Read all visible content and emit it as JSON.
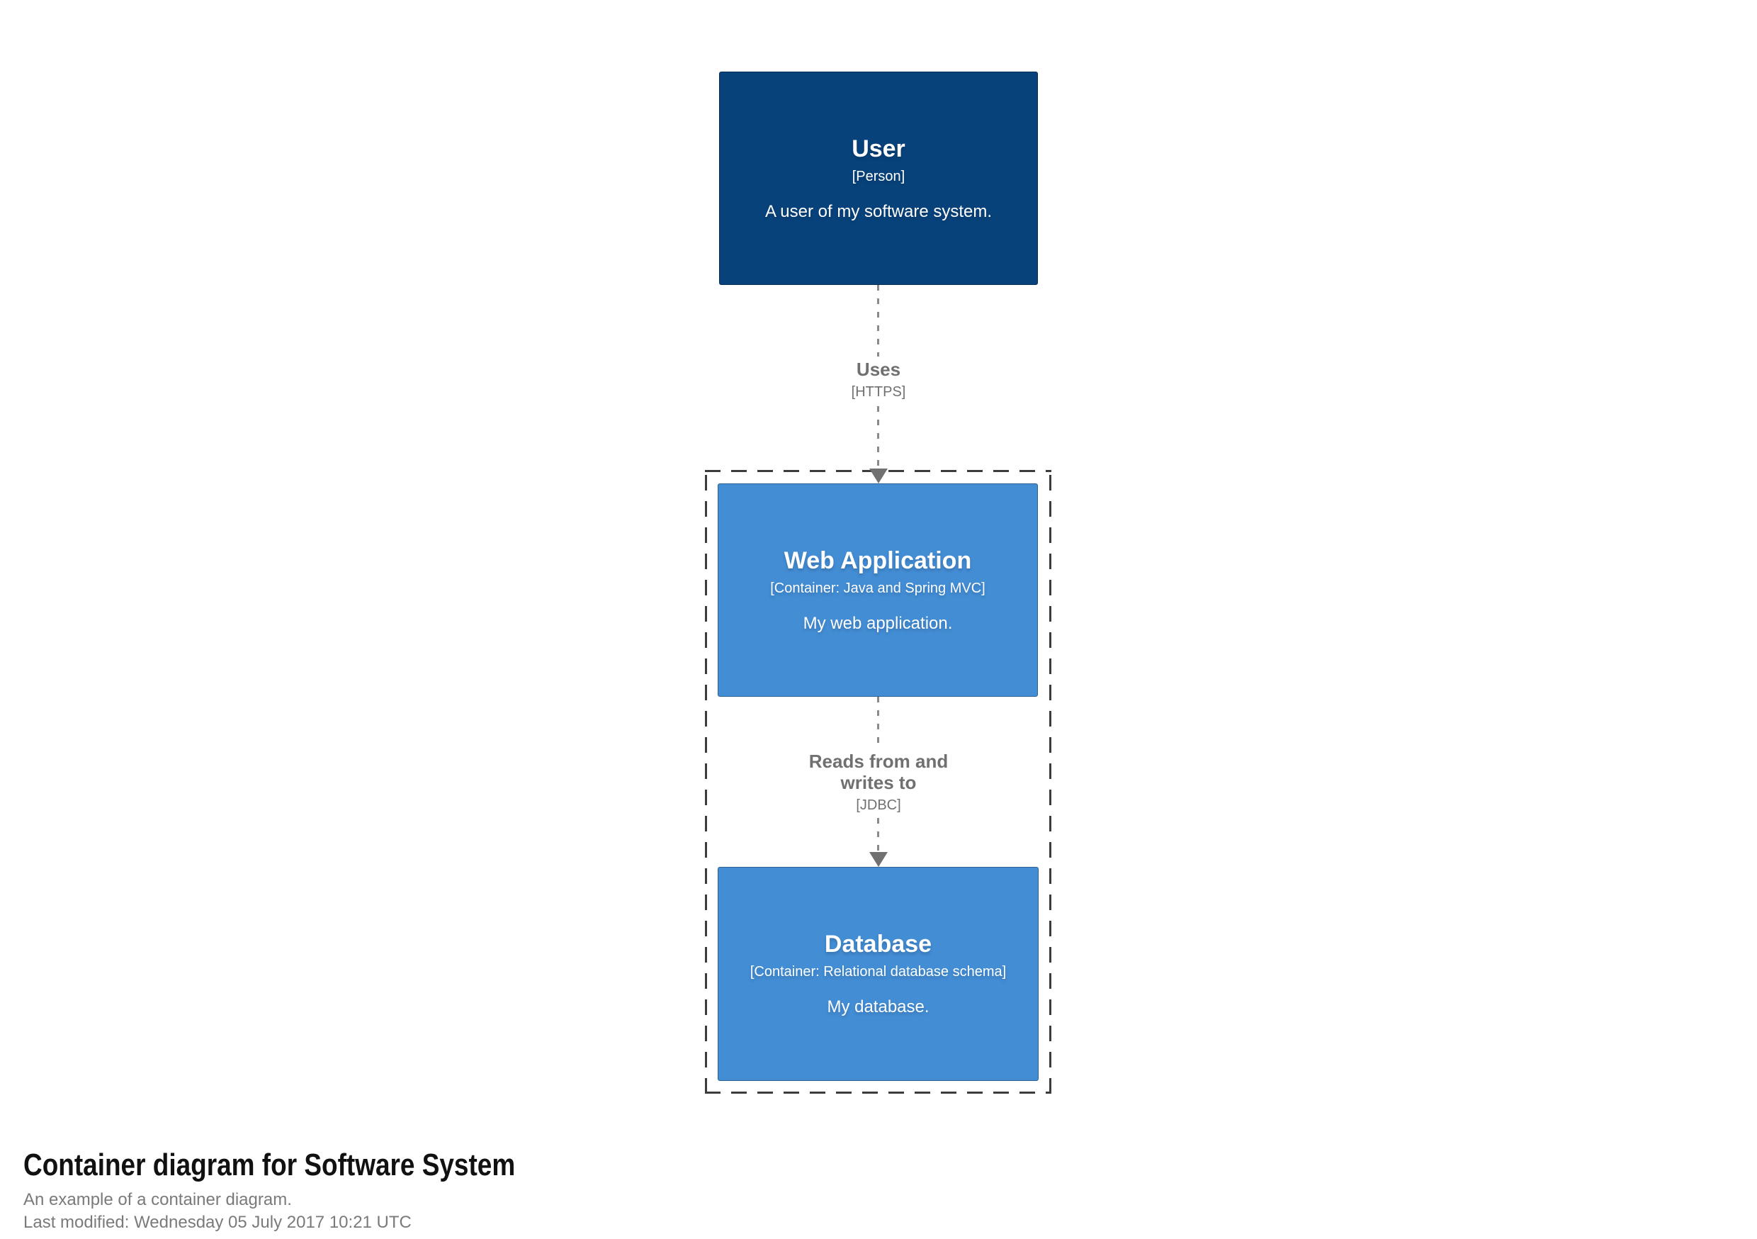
{
  "diagram": {
    "nodes": {
      "user": {
        "name": "User",
        "type": "[Person]",
        "description": "A user of my software system."
      },
      "web_application": {
        "name": "Web Application",
        "type": "[Container: Java and Spring MVC]",
        "description": "My web application."
      },
      "database": {
        "name": "Database",
        "type": "[Container: Relational database schema]",
        "description": "My database."
      }
    },
    "relationships": {
      "user_to_webapp": {
        "label": "Uses",
        "technology": "[HTTPS]"
      },
      "webapp_to_database": {
        "label": "Reads from and writes to",
        "technology": "[JDBC]"
      }
    },
    "colors": {
      "person_background": "#08427B",
      "person_border": "#052E56",
      "container_background": "#438DD5",
      "container_border": "#2E6295",
      "relationship": "#707070",
      "relationship_line": "#8A8A8A",
      "boundary": "#3C3C3C",
      "node_text": "#FFFFFF"
    }
  },
  "footer": {
    "title": "Container diagram for Software System",
    "description": "An example of a container diagram.",
    "last_modified": "Last modified: Wednesday 05 July 2017 10:21 UTC"
  }
}
